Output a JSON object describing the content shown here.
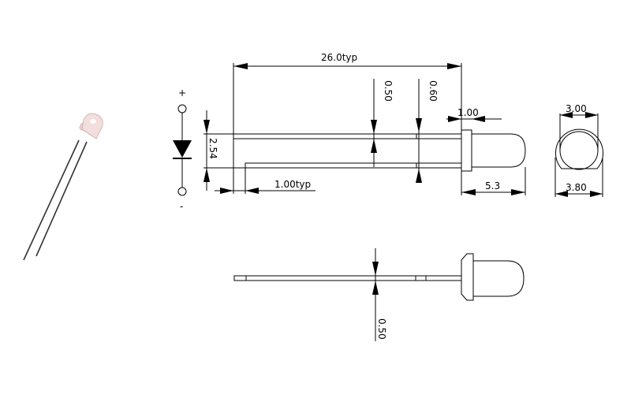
{
  "polarity": {
    "plus": "+",
    "minus": "-"
  },
  "dimensions": {
    "overall_length": "26.0typ",
    "lead_thickness_top": "0.50",
    "lead_step": "0.60",
    "flange_thickness": "1.00",
    "lead_spacing": "2.54",
    "lead_offset": "1.00typ",
    "body_length": "5.3",
    "lens_diameter": "3.00",
    "flange_diameter": "3.80",
    "lead_thickness_side": "0.50"
  },
  "colors": {
    "line": "#000000",
    "lead_photo": "#333333",
    "lens_photo": "#f3dede"
  }
}
